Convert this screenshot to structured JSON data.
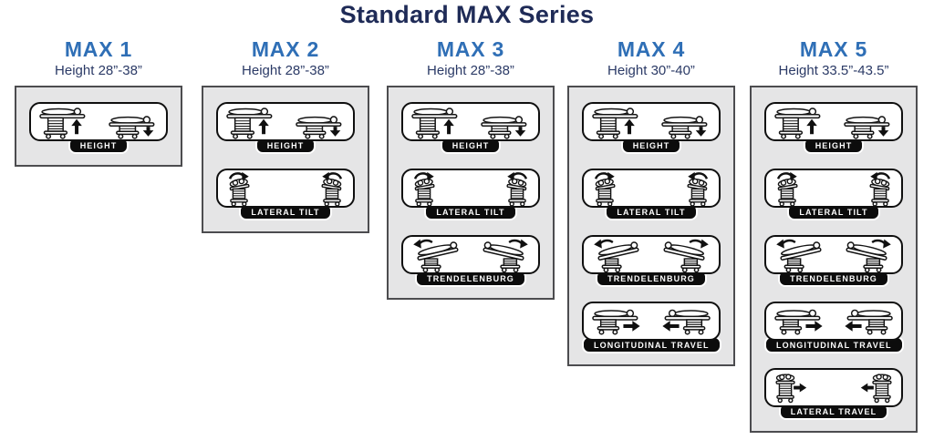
{
  "page": {
    "title": "Standard MAX Series"
  },
  "columns": [
    {
      "model": "MAX 1",
      "height_range": "Height 28”-38”",
      "features": [
        "HEIGHT"
      ]
    },
    {
      "model": "MAX 2",
      "height_range": "Height 28”-38”",
      "features": [
        "HEIGHT",
        "LATERAL TILT"
      ]
    },
    {
      "model": "MAX 3",
      "height_range": "Height 28”-38”",
      "features": [
        "HEIGHT",
        "LATERAL TILT",
        "TRENDELENBURG"
      ]
    },
    {
      "model": "MAX 4",
      "height_range": "Height 30”-40”",
      "features": [
        "HEIGHT",
        "LATERAL TILT",
        "TRENDELENBURG",
        "LONGITUDINAL TRAVEL"
      ]
    },
    {
      "model": "MAX 5",
      "height_range": "Height 33.5”-43.5”",
      "features": [
        "HEIGHT",
        "LATERAL TILT",
        "TRENDELENBURG",
        "LONGITUDINAL TRAVEL",
        "LATERAL TRAVEL"
      ]
    }
  ],
  "icons": {
    "table_raise": "table-raise-icon",
    "table_lower": "table-lower-icon",
    "lateral_tilt_right": "lateral-tilt-right-icon",
    "lateral_tilt_left": "lateral-tilt-left-icon",
    "trendelenburg": "trendelenburg-icon",
    "reverse_trendelenburg": "reverse-trendelenburg-icon",
    "longitudinal_travel_right": "longitudinal-travel-right-icon",
    "longitudinal_travel_left": "longitudinal-travel-left-icon",
    "lateral_travel_right": "lateral-travel-right-icon",
    "lateral_travel_left": "lateral-travel-left-icon"
  },
  "colors": {
    "title_navy": "#1f2b57",
    "model_blue": "#2f6fb6",
    "range_navy": "#2b3a66",
    "panel_gray": "#e5e5e6",
    "panel_border": "#4c4c4f",
    "banner_black": "#0c0c0c"
  }
}
